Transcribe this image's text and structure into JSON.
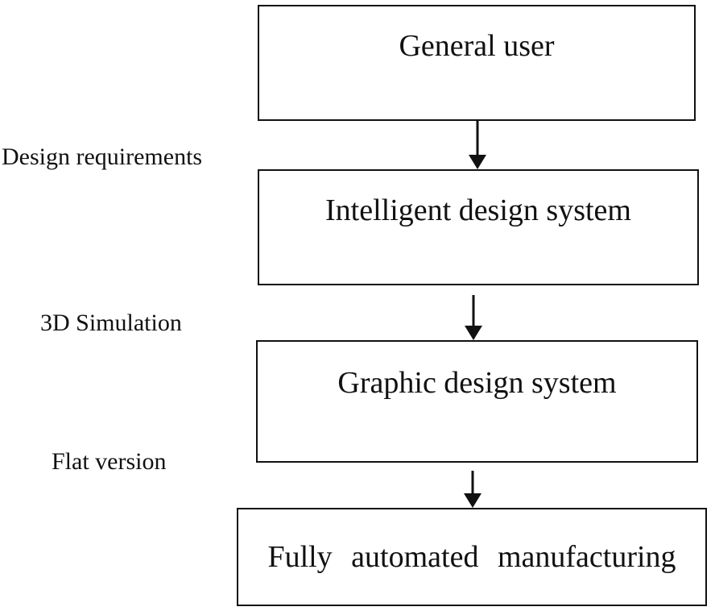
{
  "diagram": {
    "nodes": [
      {
        "id": "general-user",
        "label": "General user"
      },
      {
        "id": "intelligent-design-system",
        "label": "Intelligent design system"
      },
      {
        "id": "graphic-design-system",
        "label": "Graphic design system"
      },
      {
        "id": "fully-automated-manufacturing",
        "label": "Fully automated manufacturing"
      }
    ],
    "edges": [
      {
        "from": "general-user",
        "to": "intelligent-design-system",
        "label": "Design requirements"
      },
      {
        "from": "intelligent-design-system",
        "to": "graphic-design-system",
        "label": "3D Simulation"
      },
      {
        "from": "graphic-design-system",
        "to": "fully-automated-manufacturing",
        "label": "Flat version"
      }
    ],
    "colors": {
      "stroke": "#111111",
      "background": "#ffffff"
    }
  }
}
